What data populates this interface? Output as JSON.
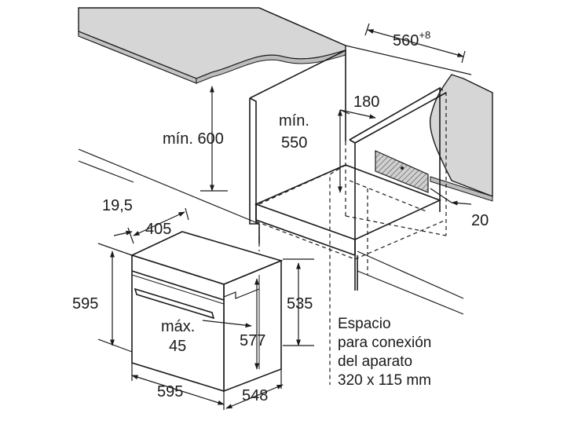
{
  "dimensions": {
    "niche_width": "560",
    "niche_width_tolerance": "+8",
    "min_height_label": "mín. 600",
    "min_depth_label_line1": "mín.",
    "min_depth_label_line2": "550",
    "vent_depth": "180",
    "rear_gap": "20",
    "front_offset": "19,5",
    "depth_front": "405",
    "oven_height": "595",
    "oven_side_height": "535",
    "inner_height": "577",
    "max_label_line1": "máx.",
    "max_label_line2": "45",
    "oven_width": "595",
    "oven_depth": "548"
  },
  "note": {
    "line1": "Espacio",
    "line2": "para conexión",
    "line3": "del aparato",
    "line4": "320 x 115 mm"
  },
  "colors": {
    "countertop_fill": "#d6d6d6",
    "hatch_fill": "#bdbdbd",
    "line": "#1a1a1a"
  }
}
